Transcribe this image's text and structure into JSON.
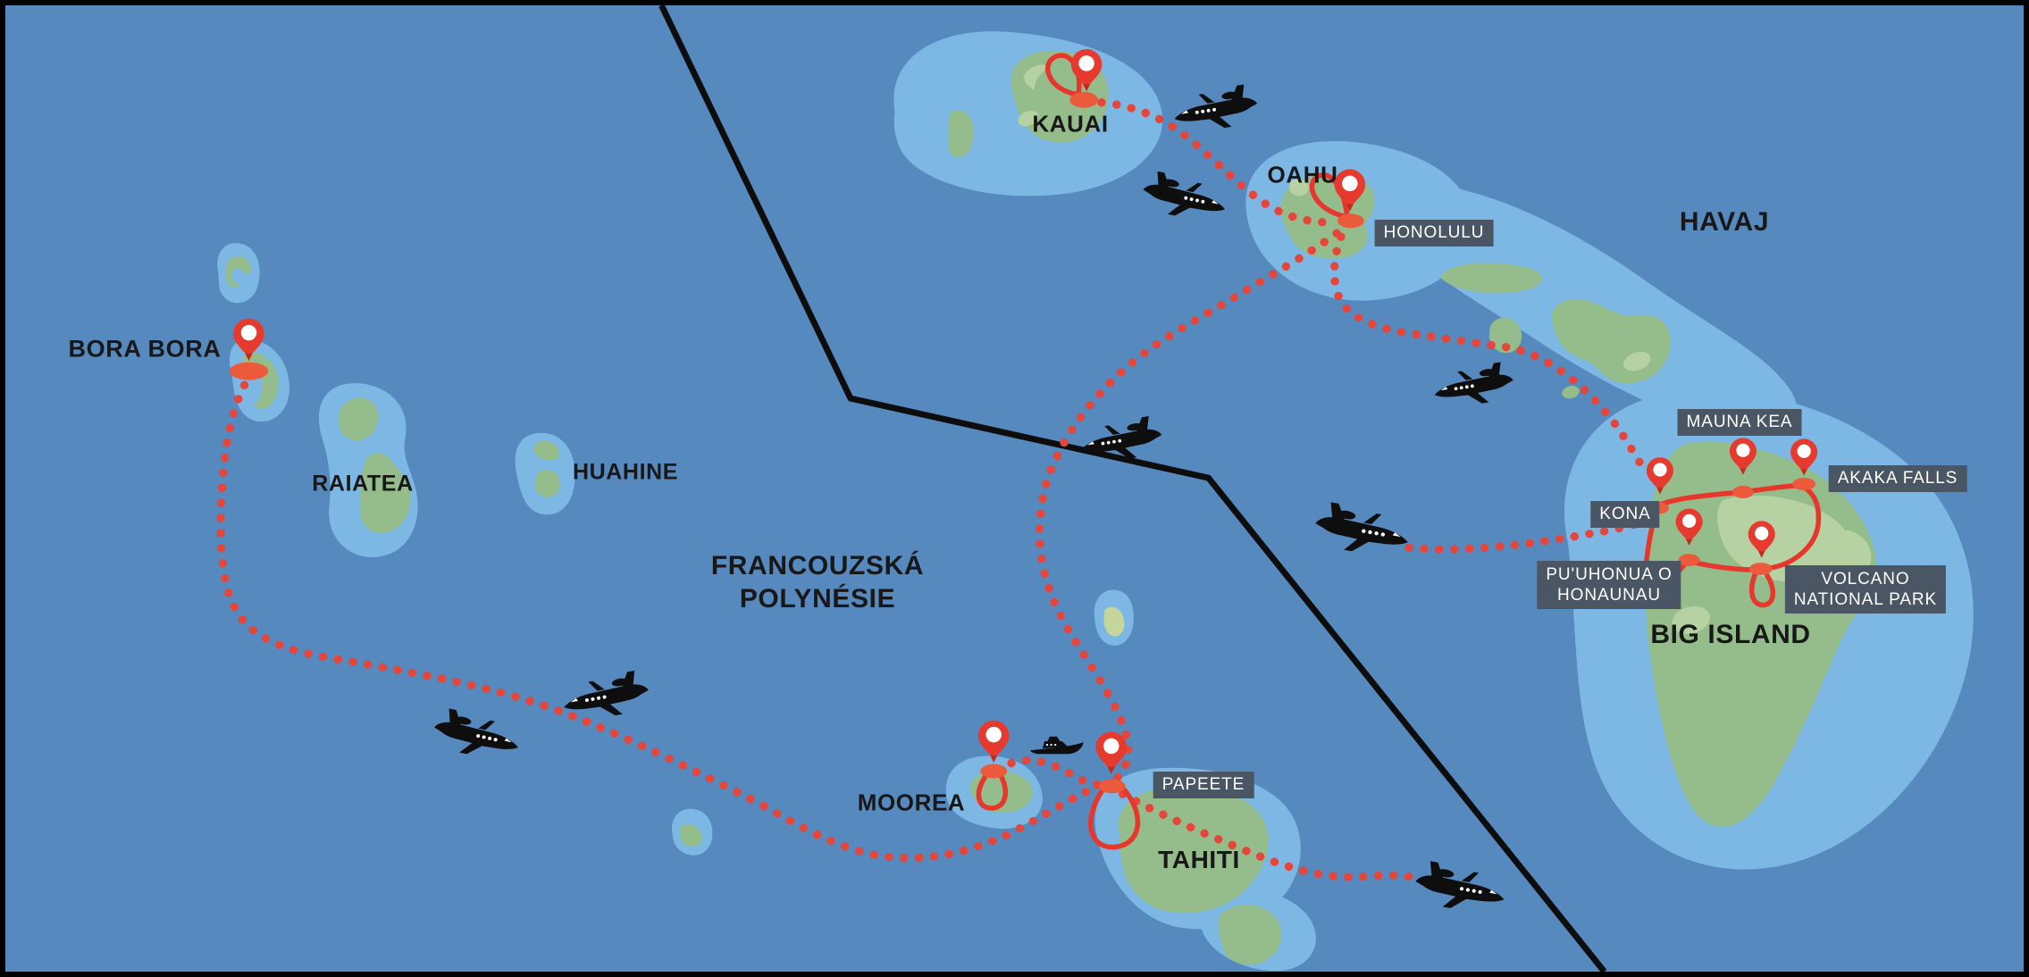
{
  "regions": {
    "hawaii": "HAVAJ",
    "french_polynesia": [
      "FRANCOUZSKÁ",
      "POLYNÉSIE"
    ]
  },
  "islands": {
    "kauai": "KAUAI",
    "oahu": "OAHU",
    "big_island": "BIG ISLAND",
    "bora_bora": "BORA BORA",
    "raiatea": "RAIATEA",
    "huahine": "HUAHINE",
    "moorea": "MOOREA",
    "tahiti": "TAHITI"
  },
  "badges": {
    "honolulu": "HONOLULU",
    "papeete": "PAPEETE",
    "kona": "KONA",
    "mauna_kea": "MAUNA KEA",
    "akaka_falls": "AKAKA FALLS",
    "puuhonua": [
      "PU'UHONUA O",
      "HONAUNAU"
    ],
    "volcano": [
      "VOLCANO",
      "NATIONAL PARK"
    ]
  },
  "pins": [
    "kauai",
    "honolulu",
    "kona",
    "mauna-kea",
    "akaka-falls",
    "puuhonua-o-honaunau",
    "volcano-national-park",
    "bora-bora",
    "moorea",
    "papeete"
  ],
  "icons": {
    "map_pin": "map-pin-icon",
    "airplane": "airplane-icon",
    "yacht": "yacht-icon",
    "airplane_count": 8,
    "yacht_count": 1
  },
  "colors": {
    "ocean": "#5689BE",
    "shallow_water": "#7DB7E4",
    "land": "#95BD8B",
    "land_light": "#B7D2A2",
    "land_yellow": "#C4D69B",
    "route_dots": "#E6453A",
    "route_solid": "#E7372C",
    "pin_red": "#E73A2E",
    "pin_dark": "#C12A1E",
    "node_orange": "#EA5A3B",
    "badge_bg": "#4A5663",
    "badge_text": "#FFFFFF",
    "label_text": "#181818",
    "boundary_line": "#0D0D0D",
    "frame": "#000000"
  }
}
